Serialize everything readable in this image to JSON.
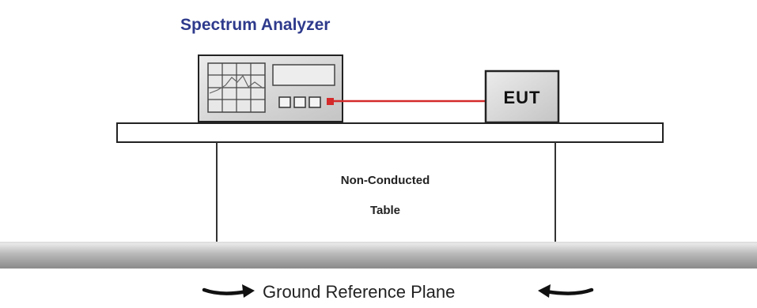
{
  "diagram": {
    "spectrum_analyzer_label": "Spectrum Analyzer",
    "eut_label": "EUT",
    "table_label_line1": "Non-Conducted",
    "table_label_line2": "Table",
    "ground_label": "Ground Reference Plane"
  },
  "colors": {
    "title": "#2e3a8c",
    "cable": "#d42a2a",
    "device_fill": "#d4d4d4",
    "outline": "#222222"
  }
}
